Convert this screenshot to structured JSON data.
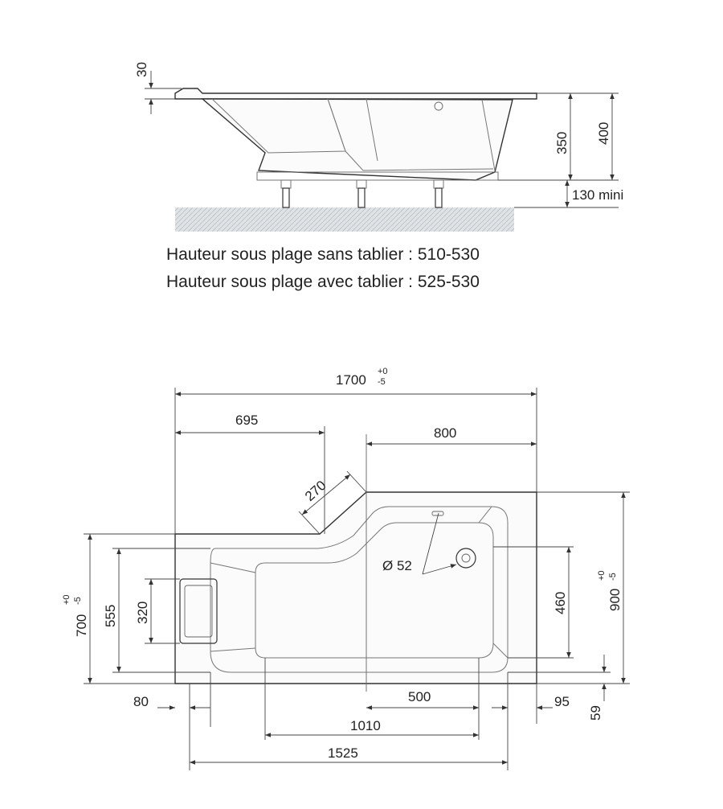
{
  "side_view": {
    "dims": {
      "rim": "30",
      "tub_depth": "350",
      "total_height": "400",
      "feet": "130 mini"
    },
    "notes": [
      "Hauteur sous plage sans tablier : 510-530",
      "Hauteur sous plage avec tablier : 525-530"
    ]
  },
  "top_view": {
    "dims": {
      "total_length": "1700",
      "total_length_tol_top": "+0",
      "total_length_tol_bottom": "-5",
      "left_section": "695",
      "right_section": "800",
      "diagonal": "270",
      "drain": "Ø 52",
      "right_width": "900",
      "right_width_tol_top": "+0",
      "right_width_tol_bottom": "-5",
      "left_width": "700",
      "left_width_tol_top": "+0",
      "left_width_tol_bottom": "-5",
      "inner_left_width": "555",
      "headrest": "320",
      "inner_right": "460",
      "left_offset": "80",
      "bottom_mid": "500",
      "right_offset": "95",
      "bottom_offset": "59",
      "inner_length": "1010",
      "basin_length": "1525"
    }
  }
}
